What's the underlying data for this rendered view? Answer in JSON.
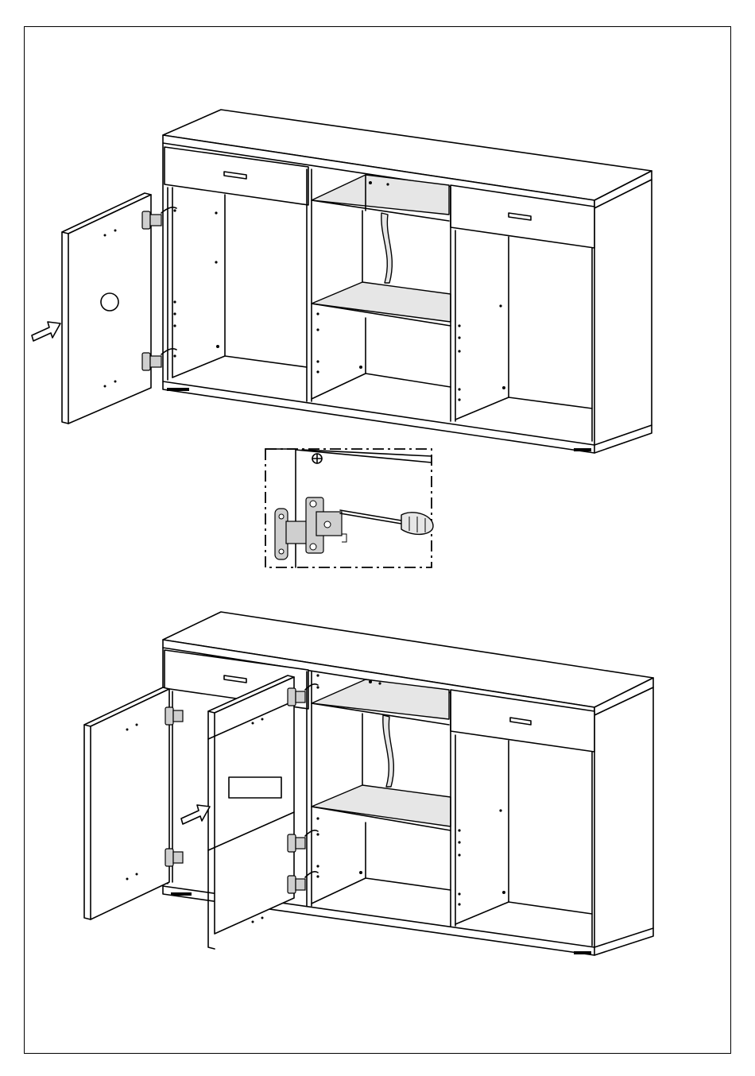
{
  "page": {
    "steps": [
      {
        "id": "step-1",
        "action": "attach-left-door",
        "arrow": "arrow-right-icon",
        "door_marker": "circle-icon"
      },
      {
        "id": "detail",
        "action": "adjust-hinge-with-screwdriver",
        "tool": "screwdriver-icon"
      },
      {
        "id": "step-2",
        "action": "attach-second-door",
        "arrow": "arrow-right-icon",
        "door_marker": "rectangle-label-icon"
      }
    ],
    "colors": {
      "line": "#000000",
      "background": "#ffffff",
      "shade": "#e6e6e6"
    }
  }
}
